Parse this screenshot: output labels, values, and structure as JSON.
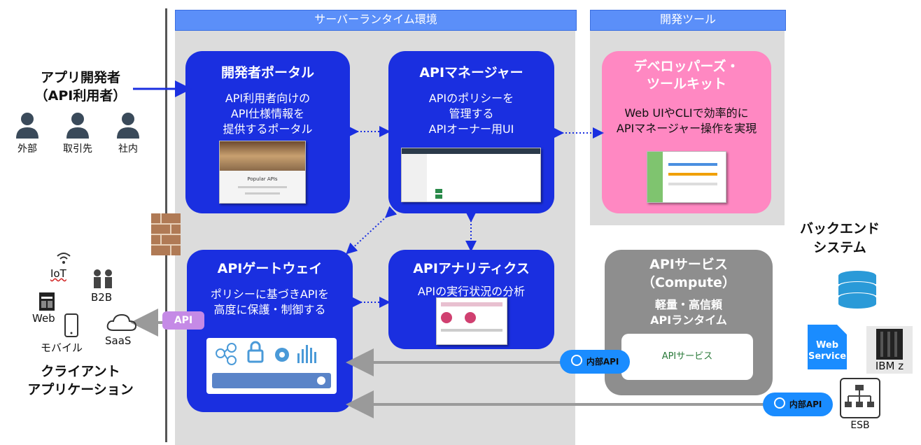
{
  "regions": {
    "server_runtime": "サーバーランタイム環境",
    "dev_tools": "開発ツール"
  },
  "left": {
    "developer_line1": "アプリ開発者",
    "developer_line2": "（API利用者）",
    "users": [
      "外部",
      "取引先",
      "社内"
    ],
    "client_items": {
      "iot": "IoT",
      "b2b": "B2B",
      "web": "Web",
      "saas": "SaaS",
      "mobile": "モバイル"
    },
    "client_title_line1": "クライアント",
    "client_title_line2": "アプリケーション"
  },
  "boxes": {
    "portal": {
      "title": "開発者ポータル",
      "desc": [
        "API利用者向けの",
        "API仕様情報を",
        "提供するポータル"
      ],
      "shot_text": "Popular APIs"
    },
    "manager": {
      "title": "APIマネージャー",
      "desc": [
        "APIのポリシーを",
        "管理する",
        "APIオーナー用UI"
      ]
    },
    "devtools": {
      "title_line1": "デベロッパーズ・",
      "title_line2": "ツールキット",
      "desc": [
        "Web UIやCLIで効率的に",
        "APIマネージャー操作を実現"
      ]
    },
    "gateway": {
      "title": "APIゲートウェイ",
      "desc": [
        "ポリシーに基づきAPIを",
        "高度に保護・制御する"
      ]
    },
    "analytics": {
      "title": "APIアナリティクス",
      "desc": "APIの実行状況の分析"
    },
    "service": {
      "title": "APIサービス",
      "subtitle": "（Compute）",
      "desc": [
        "軽量・高信頼",
        "APIランタイム"
      ],
      "inner": "APIサービス"
    }
  },
  "backend": {
    "title_line1": "バックエンド",
    "title_line2": "システム",
    "web_service_line1": "Web",
    "web_service_line2": "Service",
    "ibmz": "IBM z",
    "esb": "ESB"
  },
  "labels": {
    "api_tag": "API",
    "internal_api_1": "内部API",
    "internal_api_2": "内部API"
  },
  "colors": {
    "box_blue": "#1a2fe0",
    "header_blue": "#5b8ff9",
    "pink": "#ff88c2",
    "service_gray": "#8e8e8e",
    "api_tag_purple": "#c58ae6",
    "pill_blue": "#1a8cff"
  }
}
